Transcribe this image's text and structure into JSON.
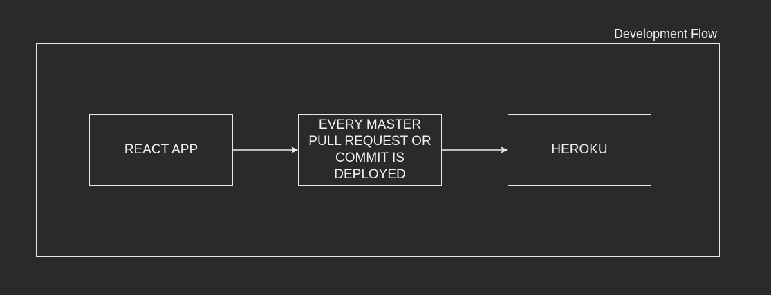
{
  "diagram": {
    "container_label": "Development Flow",
    "nodes": [
      {
        "id": "react-app",
        "label": "REACT APP"
      },
      {
        "id": "deploy",
        "label": "EVERY MASTER\nPULL REQUEST OR\nCOMMIT IS\nDEPLOYED"
      },
      {
        "id": "heroku",
        "label": "HEROKU"
      }
    ],
    "edges": [
      {
        "from": "react-app",
        "to": "deploy"
      },
      {
        "from": "deploy",
        "to": "heroku"
      }
    ]
  },
  "colors": {
    "background": "#2a2a2a",
    "stroke": "#e6e6e6",
    "text": "#f0f0f0"
  }
}
